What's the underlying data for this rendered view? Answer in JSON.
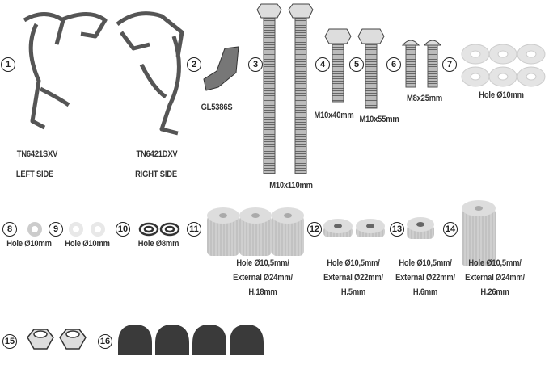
{
  "parts": [
    {
      "number": "1",
      "codes": [
        "TN6421SXV",
        "TN6421DXV"
      ],
      "sides": [
        "LEFT SIDE",
        "RIGHT SIDE"
      ]
    },
    {
      "number": "2",
      "label": "GL5386S"
    },
    {
      "number": "3",
      "label": "M10x110mm"
    },
    {
      "number": "4",
      "label": "M10x40mm"
    },
    {
      "number": "5",
      "label": "M10x55mm"
    },
    {
      "number": "6",
      "label": "M8x25mm"
    },
    {
      "number": "7",
      "label": "Hole Ø10mm"
    },
    {
      "number": "8",
      "label": "Hole Ø10mm"
    },
    {
      "number": "9",
      "label": "Hole Ø10mm"
    },
    {
      "number": "10",
      "label": "Hole Ø8mm"
    },
    {
      "number": "11",
      "lines": [
        "Hole Ø10,5mm/",
        "External Ø24mm/",
        "H.18mm"
      ]
    },
    {
      "number": "12",
      "lines": [
        "Hole Ø10,5mm/",
        "External Ø22mm/",
        "H.5mm"
      ]
    },
    {
      "number": "13",
      "lines": [
        "Hole Ø10,5mm/",
        "External Ø22mm/",
        "H.6mm"
      ]
    },
    {
      "number": "14",
      "lines": [
        "Hole Ø10,5mm/",
        "External Ø24mm/",
        "H.26mm"
      ]
    },
    {
      "number": "15"
    },
    {
      "number": "16"
    }
  ]
}
